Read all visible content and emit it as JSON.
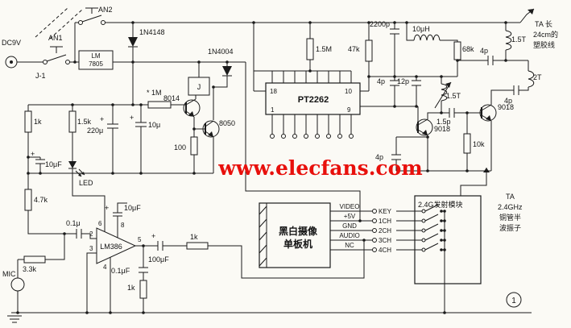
{
  "watermark": "www.elecfans.com",
  "badge": "1",
  "plus": "+",
  "power": {
    "dc9v": "DC9V",
    "an1": "AN1",
    "an2": "AN2",
    "j1": "J-1",
    "reg1": "LM",
    "reg2": "7805",
    "d1": "1N4148"
  },
  "relay": {
    "d2": "1N4004",
    "j": "J",
    "r1m": "* 1M",
    "q8014": "8014",
    "q8050": "8050",
    "c220u": "220μ",
    "c10u": "10μ",
    "r100": "100"
  },
  "left": {
    "r1k": "1k",
    "r15k": "1.5k",
    "led": "LED",
    "c10uf": "10μF",
    "r4k7": "4.7k"
  },
  "audio": {
    "c01u": "0.1μ",
    "r3k3": "3.3k",
    "mic": "MIC",
    "amp": "LM386",
    "pin2": "2",
    "pin3": "3",
    "pin4": "4",
    "pin5": "5",
    "pin6": "6",
    "pin8": "8",
    "c10uf_b": "10μF",
    "c01uf": "0.1μF",
    "r1k_shunt": "1k",
    "c100uf": "100μF",
    "r1k_out": "1k"
  },
  "encoder": {
    "ic": "PT2262",
    "pin18": "18",
    "pin1": "1",
    "pin10": "10",
    "pin9": "9",
    "r1m5": "1.5M",
    "r47k": "47k"
  },
  "rf": {
    "c2200p": "2200p",
    "l10uh": "10μH",
    "r68k": "68k",
    "l15t_top": "1.5T",
    "l15t_mid": "1.5T",
    "c4p_a": "4p",
    "c4p_b": "4p",
    "c4p_c": "4p",
    "c4p_d": "4p",
    "c12p": "12p",
    "q9018_a": "9018",
    "q9018_b": "9018",
    "c15p": "1.5p",
    "r10k": "10k",
    "l2t": "2T"
  },
  "antenna1": {
    "l1": "TA 长",
    "l2": "24cm的",
    "l3": "塑胶线"
  },
  "antenna2": {
    "l1": "TA",
    "l2": "2.4GHz",
    "l3": "铜管半",
    "l4": "波振子"
  },
  "camera": {
    "l1": "黑白摄像",
    "l2": "单板机"
  },
  "module": {
    "title": "2.4G发射模块"
  },
  "bus": {
    "left": [
      "VIDEO",
      "+5V",
      "GND",
      "AUDIO",
      "NC"
    ],
    "right": [
      "KEY",
      "1CH",
      "2CH",
      "3CH",
      "4CH"
    ]
  }
}
